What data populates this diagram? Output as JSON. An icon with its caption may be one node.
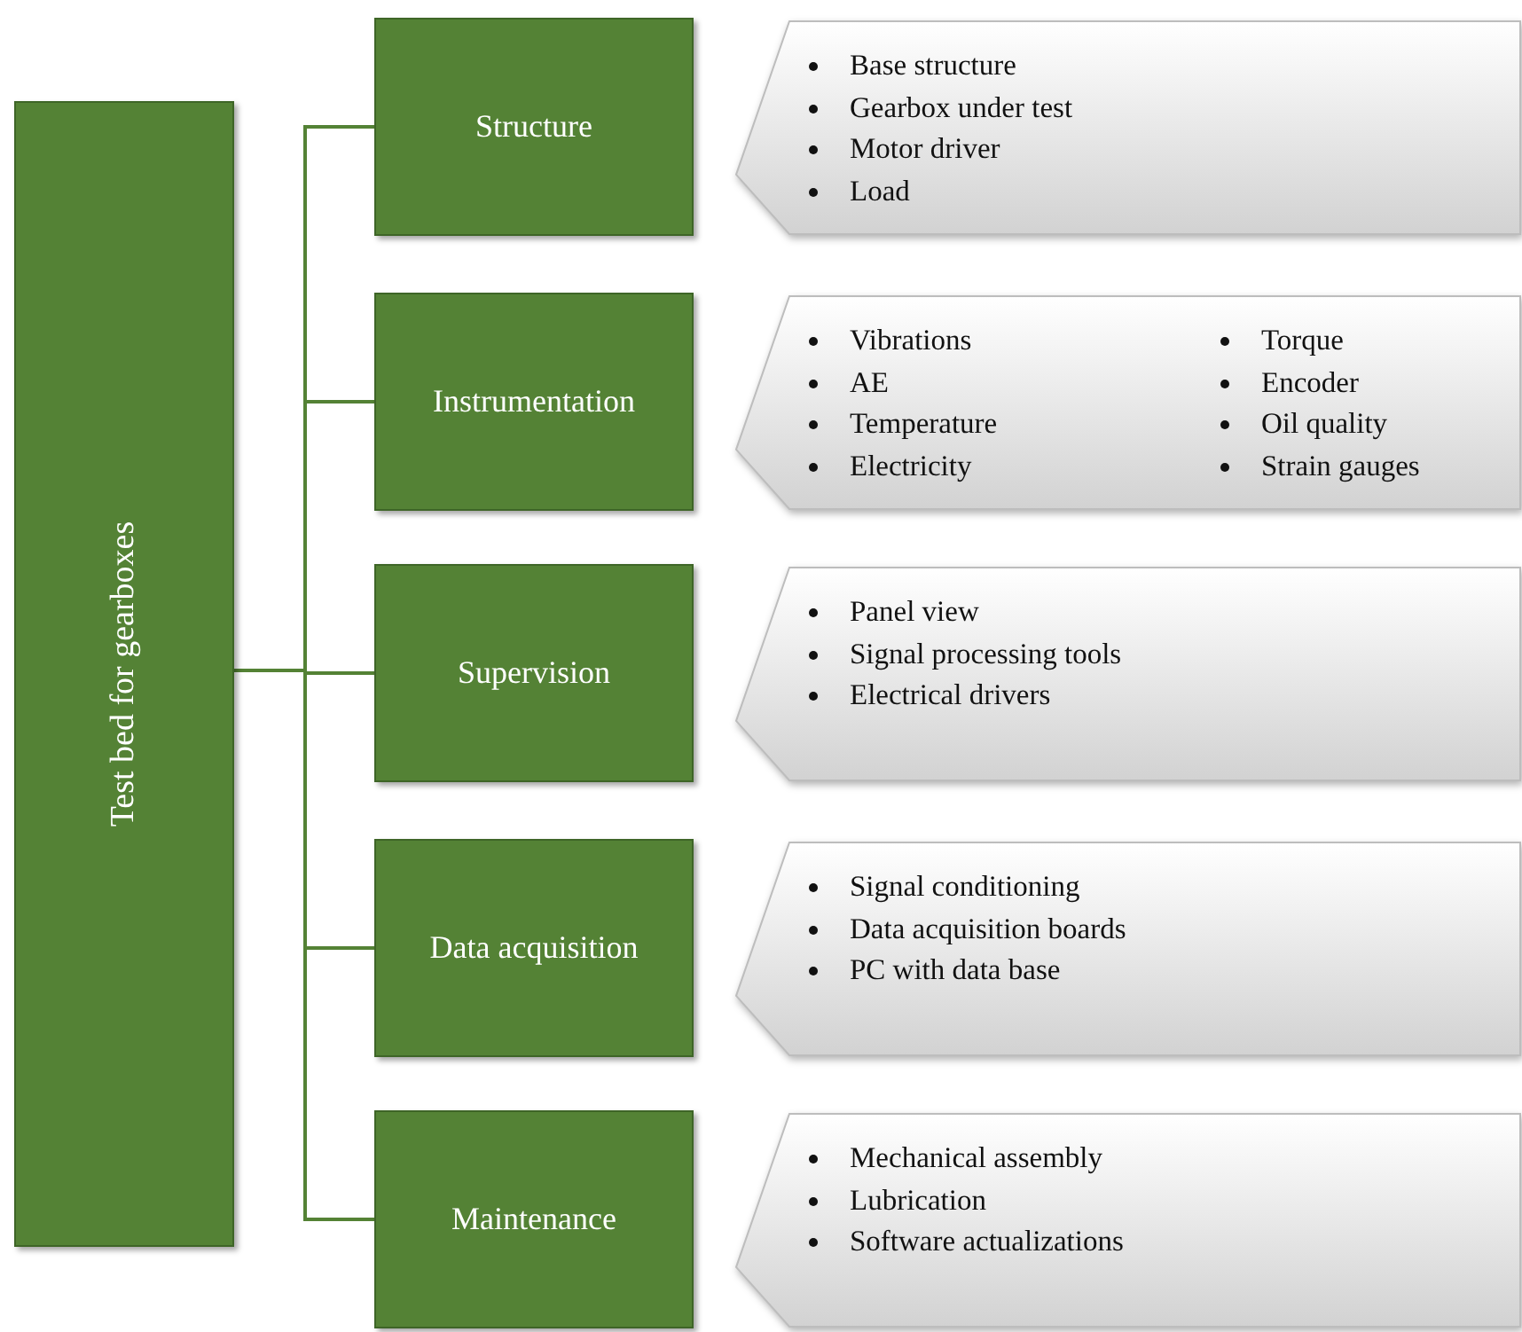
{
  "diagram": {
    "nodes": [
      {
        "text": [
          "Test bed for gearboxes"
        ]
      },
      {
        "text": [
          "Structure"
        ]
      },
      {
        "text": [
          "Base structure",
          "Gearbox under test",
          "Motor driver",
          "Load"
        ]
      },
      {
        "text": [
          "Instrumentation"
        ]
      },
      {
        "text": [
          "Vibrations",
          "AE",
          "Temperature",
          "Electricity",
          "Torque",
          "Encoder",
          "Oil quality",
          "Strain gauges"
        ]
      },
      {
        "text": [
          "Supervision"
        ]
      },
      {
        "text": [
          "Panel view",
          "Signal processing tools",
          "Electrical drivers"
        ]
      },
      {
        "text": [
          "Data acquisition"
        ]
      },
      {
        "text": [
          "Signal conditioning",
          "Data acquisition boards",
          "PC with data base"
        ]
      },
      {
        "text": [
          "Maintenance"
        ]
      },
      {
        "text": [
          "Mechanical assembly",
          "Lubrication",
          "Software actualizations"
        ]
      }
    ],
    "edges": [
      {
        "from": 0,
        "to": 1,
        "arrow": "none"
      },
      {
        "from": 0,
        "to": 3,
        "arrow": "none"
      },
      {
        "from": 0,
        "to": 5,
        "arrow": "none"
      },
      {
        "from": 0,
        "to": 7,
        "arrow": "none"
      },
      {
        "from": 0,
        "to": 9,
        "arrow": "none"
      }
    ]
  }
}
